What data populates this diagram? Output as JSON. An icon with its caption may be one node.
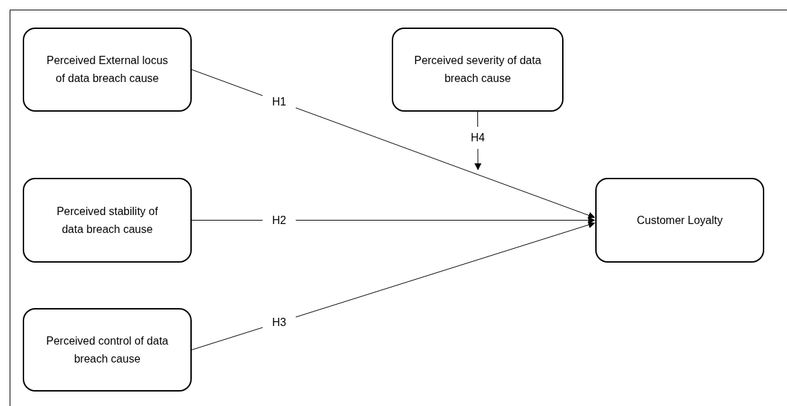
{
  "diagram": {
    "nodes": [
      {
        "text": [
          "Perceived External locus of data breach cause"
        ]
      },
      {
        "text": [
          "Perceived severity of data breach cause"
        ]
      },
      {
        "text": [
          "Perceived stability of data breach cause"
        ]
      },
      {
        "text": [
          "Customer Loyalty"
        ]
      },
      {
        "text": [
          "Perceived control of data breach cause"
        ]
      }
    ],
    "edges": [
      {
        "from": 0,
        "to": 3,
        "arrow": "to",
        "label": "H1"
      },
      {
        "from": 2,
        "to": 3,
        "arrow": "to",
        "label": "H2"
      },
      {
        "from": 4,
        "to": 3,
        "arrow": "to",
        "label": "H3"
      },
      {
        "from": 1,
        "to": null,
        "arrow": "to",
        "label": "H4"
      }
    ]
  }
}
